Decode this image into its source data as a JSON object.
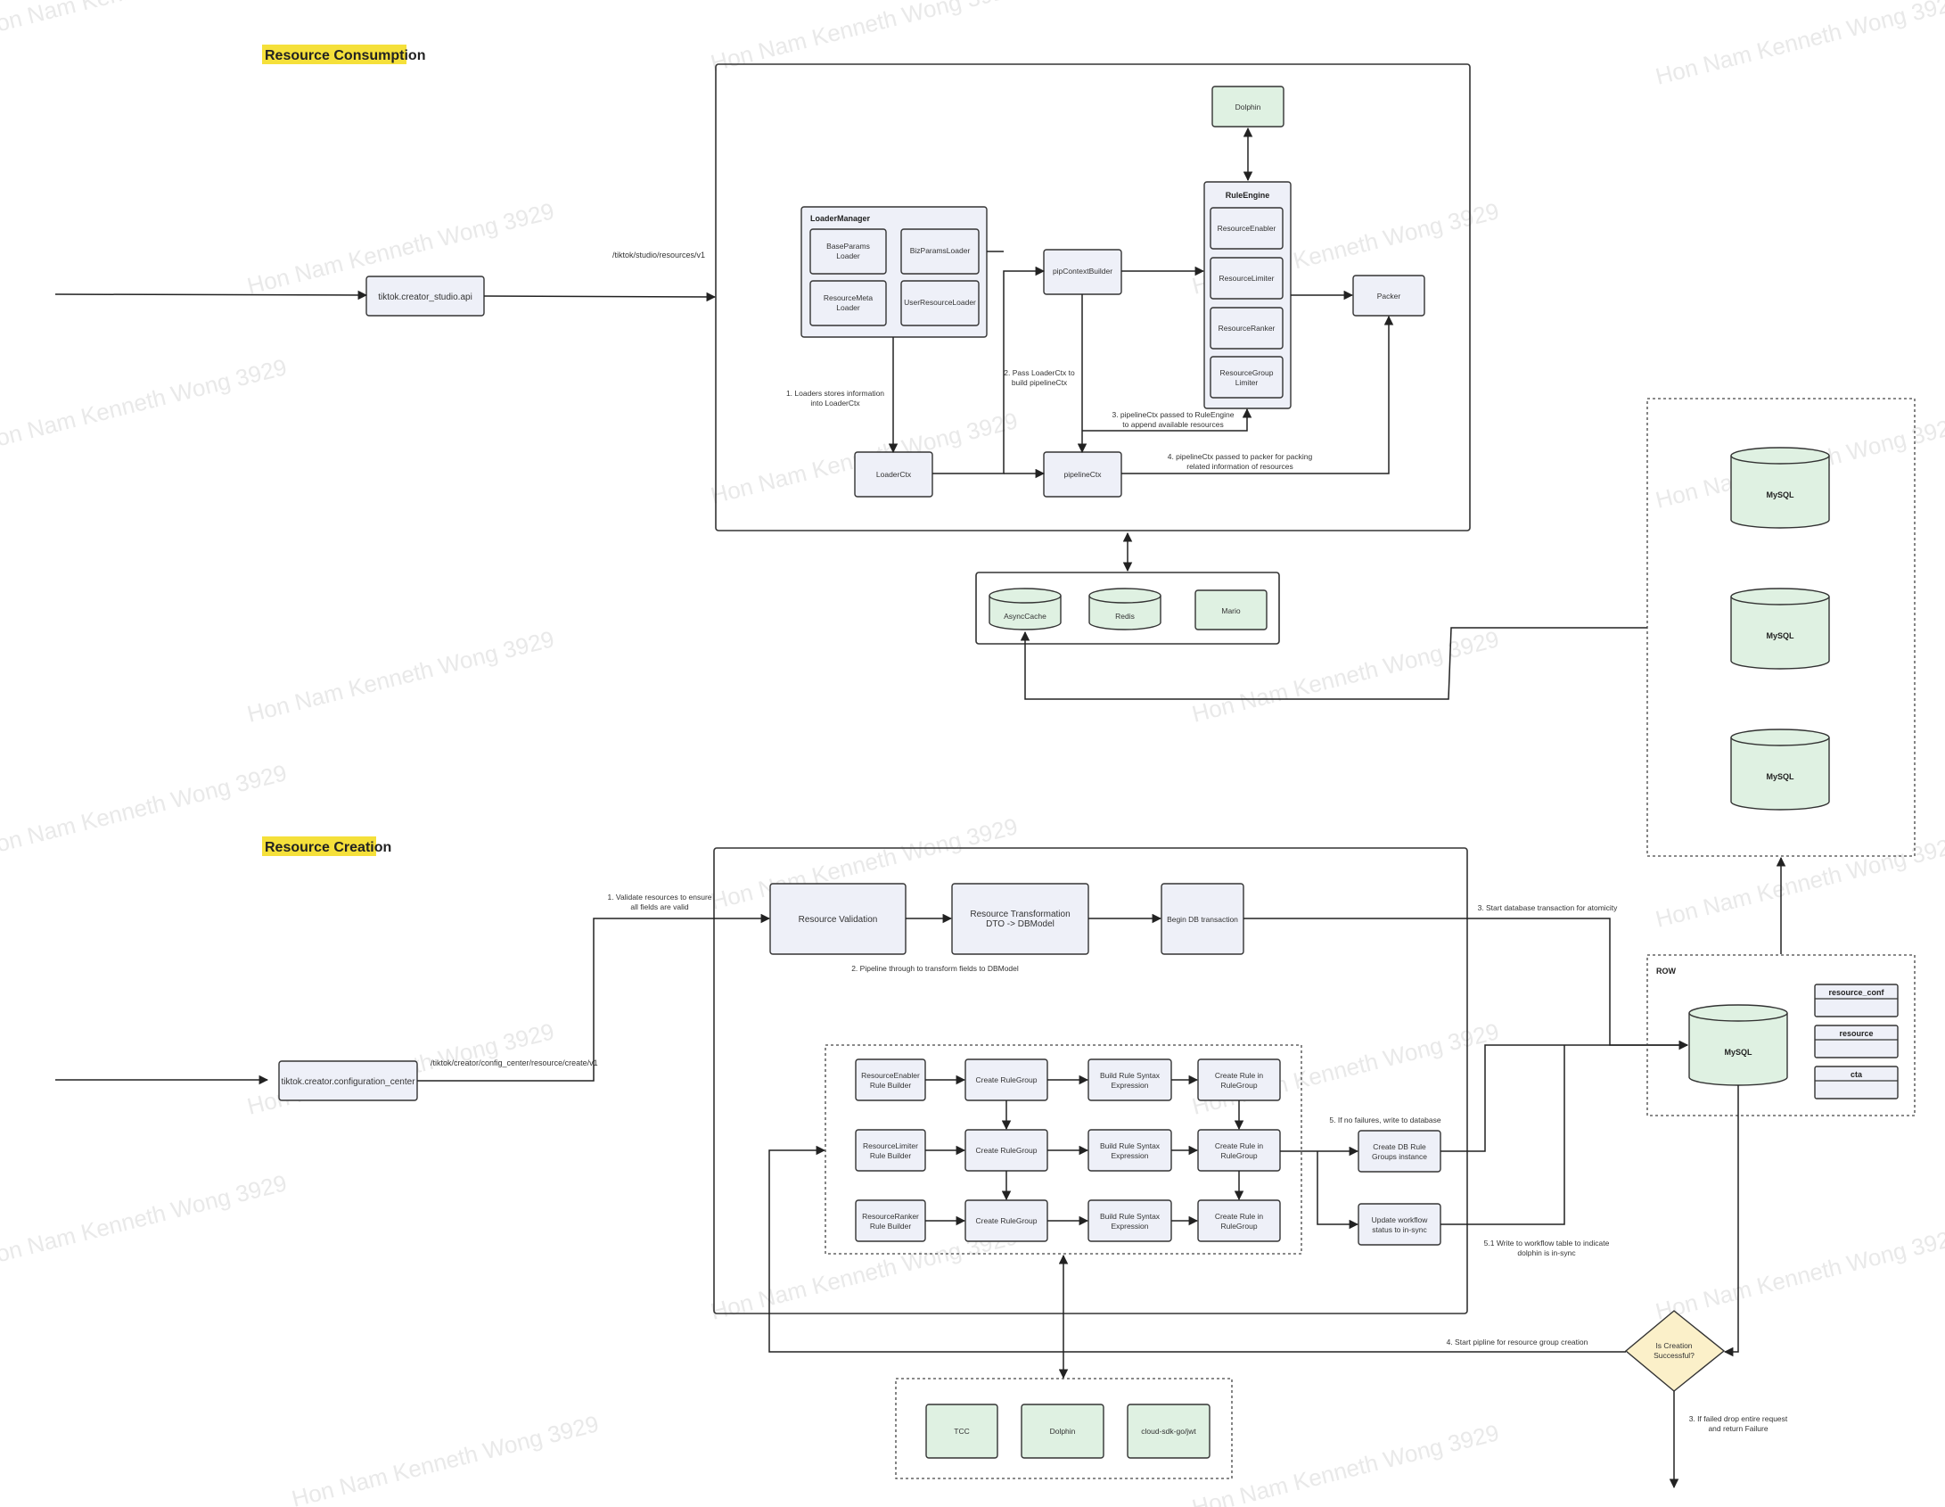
{
  "watermark": "Hon Nam Kenneth Wong 3929",
  "colors": {
    "highlight": "#f5e03a",
    "node_fill": "#eef0f8",
    "store_fill": "#dff1e2",
    "decision_fill": "#fbf0c9"
  },
  "consumption": {
    "heading": "Resource Consumption",
    "api_node": "tiktok.creator_studio.api",
    "endpoint": "/tiktok/studio/resources/v1",
    "loader_manager": {
      "title": "LoaderManager",
      "loaders": [
        [
          "BaseParams",
          "Loader"
        ],
        [
          "BizParamsLoader"
        ],
        [
          "ResourceMeta",
          "Loader"
        ],
        [
          "UserResourceLoader"
        ]
      ]
    },
    "loader_ctx": "LoaderCtx",
    "pip_context_builder": "pipContextBuilder",
    "pipeline_ctx": "pipelineCtx",
    "rule_engine": {
      "title": "RuleEngine",
      "items": [
        [
          "ResourceEnabler"
        ],
        [
          "ResourceLimiter"
        ],
        [
          "ResourceRanker"
        ],
        [
          "ResourceGroup",
          "Limiter"
        ]
      ]
    },
    "dolphin": "Dolphin",
    "packer": "Packer",
    "notes": {
      "loaders_store": [
        "1. Loaders stores information",
        "into LoaderCtx"
      ],
      "pass_loaderctx": [
        "2. Pass LoaderCtx to",
        "build pipelineCtx"
      ],
      "to_rule_engine": [
        "3. pipelineCtx passed to RuleEngine",
        "to append available resources"
      ],
      "to_packer": [
        "4. pipelineCtx passed to packer for packing",
        "related information of resources"
      ]
    },
    "stores": {
      "async_cache": "AsyncCache",
      "redis": "Redis",
      "mario": "Mario"
    }
  },
  "db_cluster": [
    "MySQL",
    "MySQL",
    "MySQL"
  ],
  "creation": {
    "heading": "Resource Creation",
    "api_node": "tiktok.creator.configuration_center",
    "endpoint": "/tiktok/creator/config_center/resource/create/v1",
    "notes": {
      "validate": [
        "1. Validate resources to ensure",
        "all fields are valid"
      ],
      "transform": [
        "2. Pipeline through to transform fields to DBModel"
      ],
      "start_tx": [
        "3. Start database transaction for atomicity"
      ],
      "start_pipeline": [
        "4. Start pipline for resource group creation"
      ],
      "no_failures": [
        "5. If no failures, write to database"
      ],
      "workflow": [
        "5.1 Write to workflow table to indicate",
        "dolphin is in-sync"
      ],
      "failed": [
        "3. If failed drop entire request",
        "and return Failure"
      ]
    },
    "steps": {
      "validation": [
        "Resource Validation"
      ],
      "transformation": [
        "Resource Transformation",
        "DTO -> DBModel"
      ],
      "begin_tx": [
        "Begin DB transaction"
      ]
    },
    "builders": [
      [
        "ResourceEnabler",
        "Rule Builder"
      ],
      [
        "ResourceLimiter",
        "Rule Builder"
      ],
      [
        "ResourceRanker",
        "Rule Builder"
      ]
    ],
    "create_rulegroup": [
      "Create RuleGroup"
    ],
    "build_syntax": [
      "Build Rule Syntax",
      "Expression"
    ],
    "create_rule": [
      "Create Rule in",
      "RuleGroup"
    ],
    "create_db_rule": [
      "Create DB Rule",
      "Groups instance"
    ],
    "update_workflow": [
      "Update workflow",
      "status to in-sync"
    ],
    "row": {
      "title": "ROW",
      "db": "MySQL",
      "tables": [
        "resource_conf",
        "resource",
        "cta"
      ]
    },
    "decision": [
      "Is Creation",
      "Successful?"
    ],
    "deps": [
      "TCC",
      "Dolphin",
      "cloud-sdk-go/jwt"
    ]
  }
}
